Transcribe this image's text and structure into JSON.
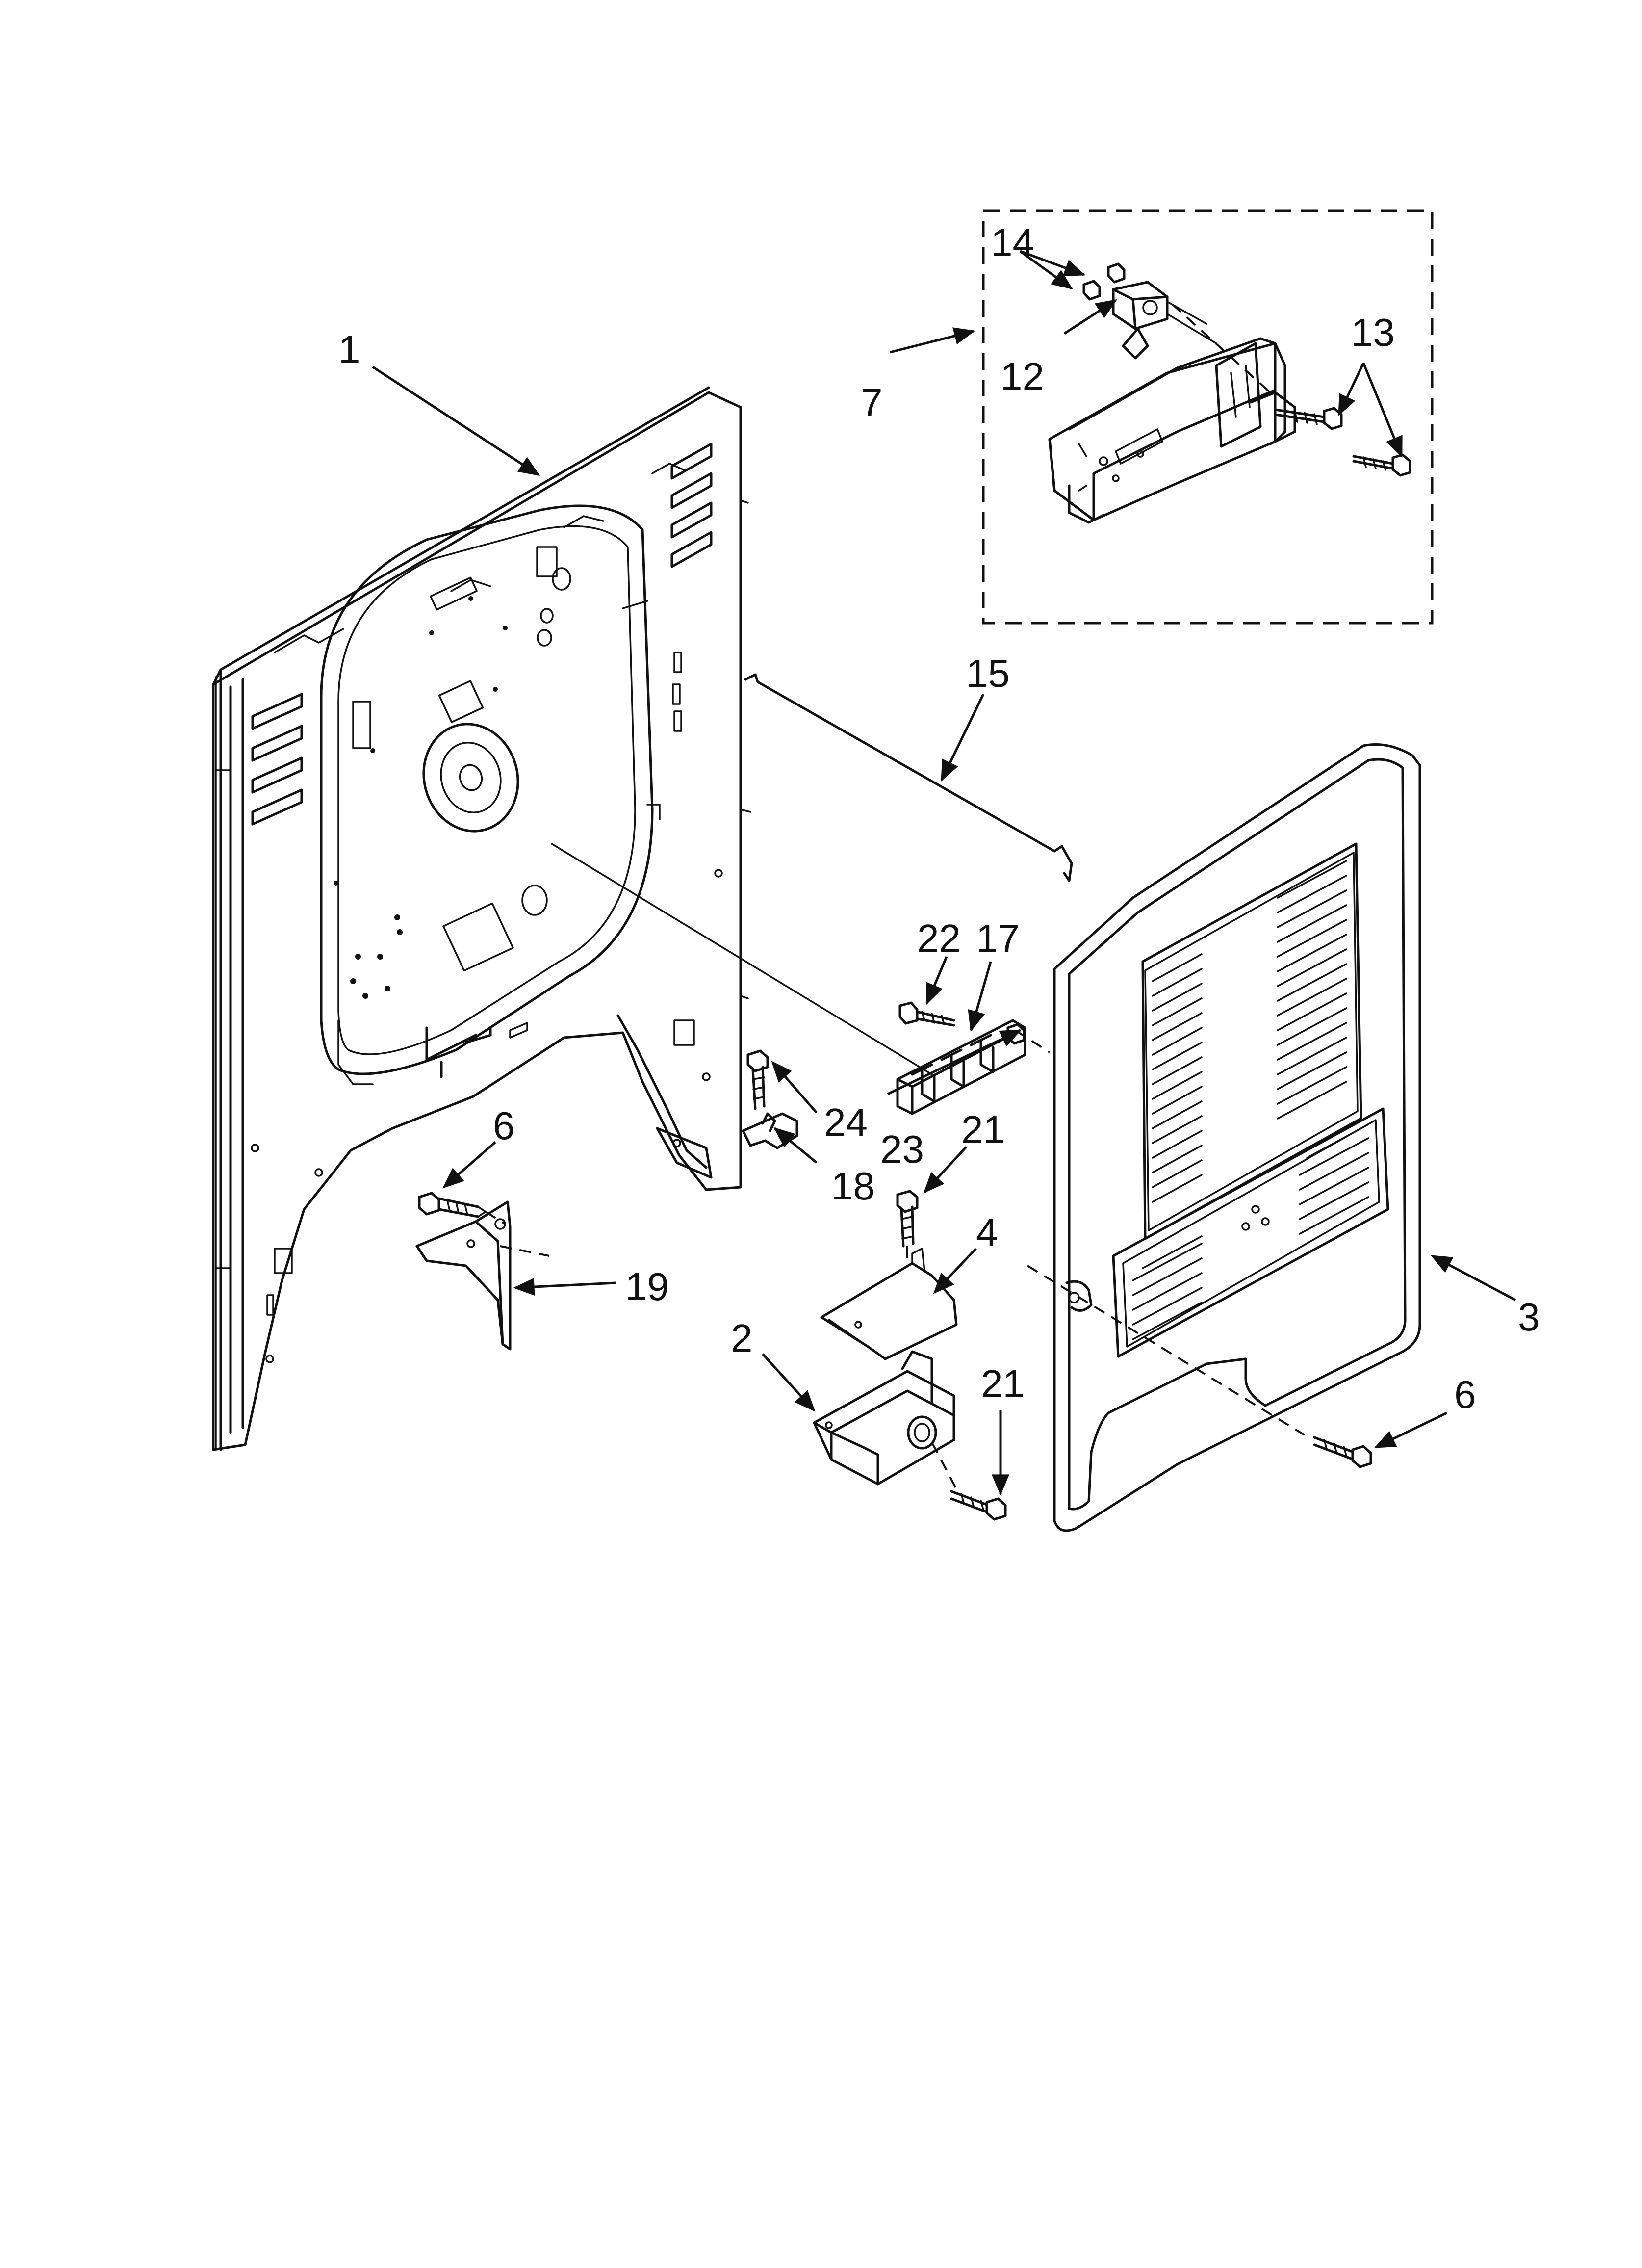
{
  "callouts": [
    {
      "id": "c1",
      "text": "1"
    },
    {
      "id": "c2",
      "text": "2"
    },
    {
      "id": "c3",
      "text": "3"
    },
    {
      "id": "c4",
      "text": "4"
    },
    {
      "id": "c6a",
      "text": "6"
    },
    {
      "id": "c6b",
      "text": "6"
    },
    {
      "id": "c7",
      "text": "7"
    },
    {
      "id": "c12",
      "text": "12"
    },
    {
      "id": "c13",
      "text": "13"
    },
    {
      "id": "c14",
      "text": "14"
    },
    {
      "id": "c15",
      "text": "15"
    },
    {
      "id": "c17",
      "text": "17"
    },
    {
      "id": "c18",
      "text": "18"
    },
    {
      "id": "c19",
      "text": "19"
    },
    {
      "id": "c21a",
      "text": "21"
    },
    {
      "id": "c21b",
      "text": "21"
    },
    {
      "id": "c22",
      "text": "22"
    },
    {
      "id": "c23",
      "text": "23"
    },
    {
      "id": "c24",
      "text": "24"
    }
  ]
}
